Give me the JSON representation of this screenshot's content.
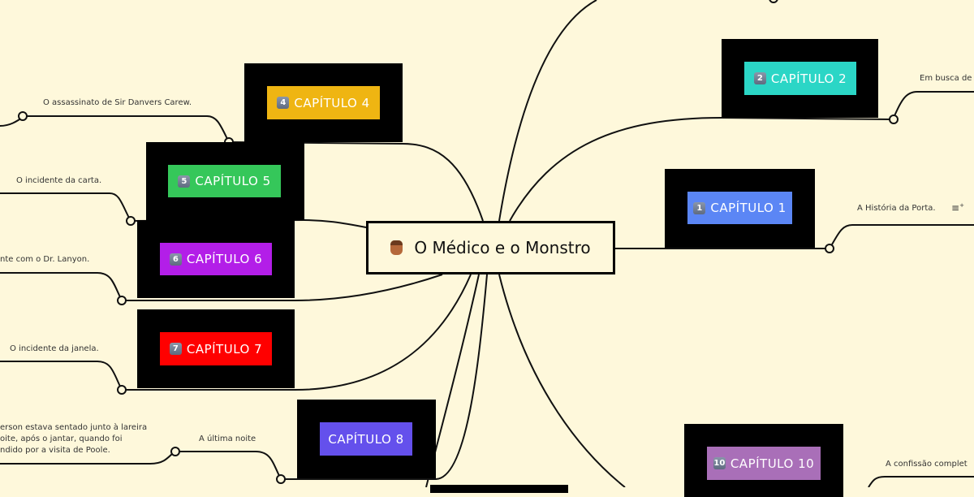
{
  "central_topic": {
    "title": "O Médico e o Monstro",
    "icon": "angry-face-emoji"
  },
  "chapters": [
    {
      "id": "cap1",
      "number_badge": "1",
      "label": "CAPÍTULO 1",
      "color": "#5b86f5",
      "subtopic": "A História da Porta.",
      "has_note_icon": true
    },
    {
      "id": "cap2",
      "number_badge": "2",
      "label": "CAPÍTULO 2",
      "color": "#2bd6c6",
      "subtopic": "Em busca de"
    },
    {
      "id": "cap4",
      "number_badge": "4",
      "label": "CAPÍTULO 4",
      "color": "#efb512",
      "subtopic": "O assassinato de Sir Danvers Carew."
    },
    {
      "id": "cap5",
      "number_badge": "5",
      "label": "CAPÍTULO 5",
      "color": "#35c75a",
      "subtopic": "O incidente da carta."
    },
    {
      "id": "cap6",
      "number_badge": "6",
      "label": "CAPÍTULO 6",
      "color": "#b31ee8",
      "subtopic": "nte com o Dr. Lanyon."
    },
    {
      "id": "cap7",
      "number_badge": "7",
      "label": "CAPÍTULO 7",
      "color": "#ff0000",
      "subtopic": "O incidente da janela."
    },
    {
      "id": "cap8",
      "label": "CAPÍTULO 8",
      "color": "#6450ec",
      "subtopic": "A última noite",
      "detail": [
        "erson estava sentado junto à lareira",
        "oite, após o jantar, quando foi",
        "ndido por a visita de Poole."
      ]
    },
    {
      "id": "cap10",
      "number_badge": "10",
      "label": "CAPÍTULO 10",
      "color": "#a96fb8",
      "subtopic": "A confissão complet"
    }
  ]
}
